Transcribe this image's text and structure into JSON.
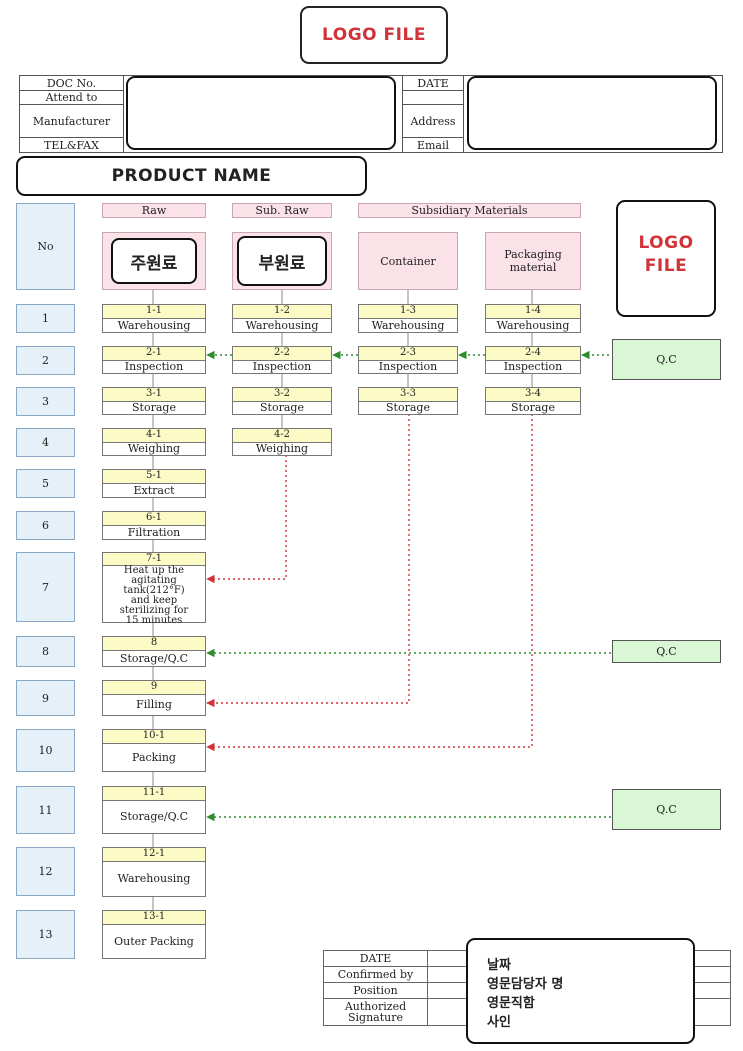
{
  "logo_top": "LOGO FILE",
  "header": {
    "doc_no": "DOC No.",
    "attend_to": "Attend to",
    "manufacturer": "Manufacturer",
    "tel_fax": "TEL&FAX",
    "date": "DATE",
    "address": "Address",
    "email": "Email"
  },
  "product_name": "PRODUCT NAME",
  "logo_right": [
    "LOGO",
    "FILE"
  ],
  "columns": {
    "no": "No",
    "raw": "Raw",
    "sub_raw": "Sub. Raw",
    "subsidiary": "Subsidiary Materials",
    "raw_kr": "주원료",
    "sub_raw_kr": "부원료",
    "container": "Container",
    "packaging": "Packaging material"
  },
  "numbers": [
    "1",
    "2",
    "3",
    "4",
    "5",
    "6",
    "7",
    "8",
    "9",
    "10",
    "11",
    "12",
    "13"
  ],
  "steps": {
    "s1_1": {
      "code": "1-1",
      "label": "Warehousing"
    },
    "s1_2": {
      "code": "1-2",
      "label": "Warehousing"
    },
    "s1_3": {
      "code": "1-3",
      "label": "Warehousing"
    },
    "s1_4": {
      "code": "1-4",
      "label": "Warehousing"
    },
    "s2_1": {
      "code": "2-1",
      "label": "Inspection"
    },
    "s2_2": {
      "code": "2-2",
      "label": "Inspection"
    },
    "s2_3": {
      "code": "2-3",
      "label": "Inspection"
    },
    "s2_4": {
      "code": "2-4",
      "label": "Inspection"
    },
    "s3_1": {
      "code": "3-1",
      "label": "Storage"
    },
    "s3_2": {
      "code": "3-2",
      "label": "Storage"
    },
    "s3_3": {
      "code": "3-3",
      "label": "Storage"
    },
    "s3_4": {
      "code": "3-4",
      "label": "Storage"
    },
    "s4_1": {
      "code": "4-1",
      "label": "Weighing"
    },
    "s4_2": {
      "code": "4-2",
      "label": "Weighing"
    },
    "s5_1": {
      "code": "5-1",
      "label": "Extract"
    },
    "s6_1": {
      "code": "6-1",
      "label": "Filtration"
    },
    "s7_1": {
      "code": "7-1",
      "label": "Heat up the agitating tank(212°F) and keep sterilizing for 15 minutes"
    },
    "s8": {
      "code": "8",
      "label": "Storage/Q.C"
    },
    "s9": {
      "code": "9",
      "label": "Filling"
    },
    "s10_1": {
      "code": "10-1",
      "label": "Packing"
    },
    "s11_1": {
      "code": "11-1",
      "label": "Storage/Q.C"
    },
    "s12_1": {
      "code": "12-1",
      "label": "Warehousing"
    },
    "s13_1": {
      "code": "13-1",
      "label": "Outer Packing"
    }
  },
  "qc_label": "Q.C",
  "signature": {
    "date": "DATE",
    "confirmed_by": "Confirmed by",
    "position": "Position",
    "authorized_signature": "Authorized Signature",
    "kr_date": "날짜",
    "kr_name": "영문담당자 명",
    "kr_position": "영문직함",
    "kr_sign": "사인"
  },
  "colors": {
    "logo_red": "#d0343a",
    "pink": "#fbe2e8",
    "code_yellow": "#fdfbc5",
    "no_blue": "#e6f0f9",
    "qc_green": "#d9f7d4",
    "arrow_green": "#2e8b2e",
    "arrow_red": "#d0343a"
  }
}
